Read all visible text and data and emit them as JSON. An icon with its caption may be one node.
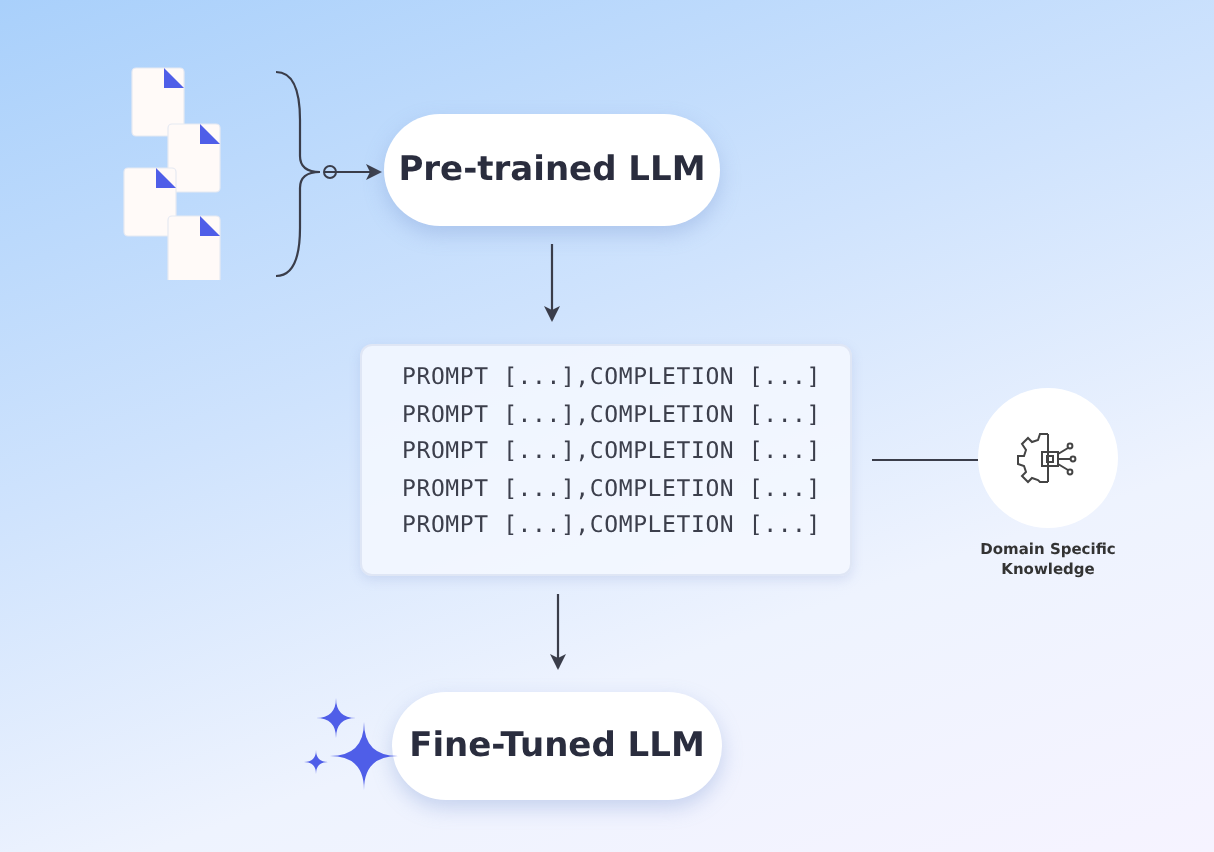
{
  "diagram": {
    "nodes": [
      {
        "text": [],
        "shape": "picture"
      },
      {
        "text": [
          "Pre-trained LLM"
        ]
      },
      {
        "text": [
          "PROMPT [...],COMPLETION [...]",
          "PROMPT [...],COMPLETION [...]",
          "PROMPT [...],COMPLETION [...]",
          "PROMPT [...],COMPLETION [...]",
          "PROMPT [...],COMPLETION [...]"
        ]
      },
      {
        "text": [],
        "shape": "circle",
        "beside": [
          "Domain Specific Knowledge"
        ]
      },
      {
        "text": [
          "Fine-Tuned LLM"
        ]
      }
    ],
    "edges": [
      {
        "from": 0,
        "to": 1,
        "arrow": "to"
      },
      {
        "from": 1,
        "to": 2,
        "arrow": "to"
      },
      {
        "from": 3,
        "to": 2,
        "arrow": "none"
      },
      {
        "from": 2,
        "to": 4,
        "arrow": "to"
      }
    ]
  }
}
